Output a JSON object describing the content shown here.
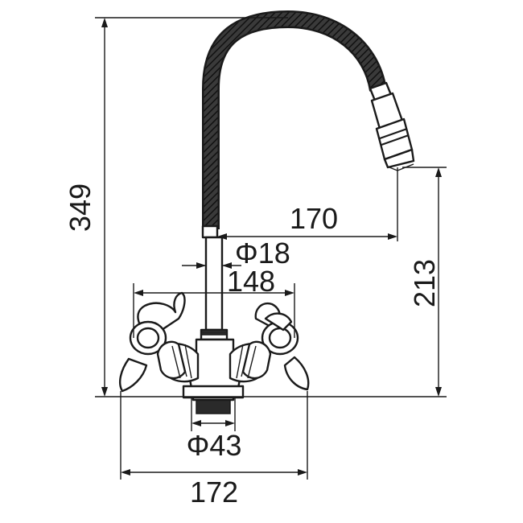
{
  "dimensions": {
    "total_height": "349",
    "spout_reach": "170",
    "pipe_diameter": "Φ18",
    "handle_span": "148",
    "outlet_height": "213",
    "base_diameter": "Φ43",
    "overall_width": "172"
  },
  "colors": {
    "line": "#1a1a1a",
    "hose": "#2a2a2a",
    "background": "#ffffff"
  }
}
